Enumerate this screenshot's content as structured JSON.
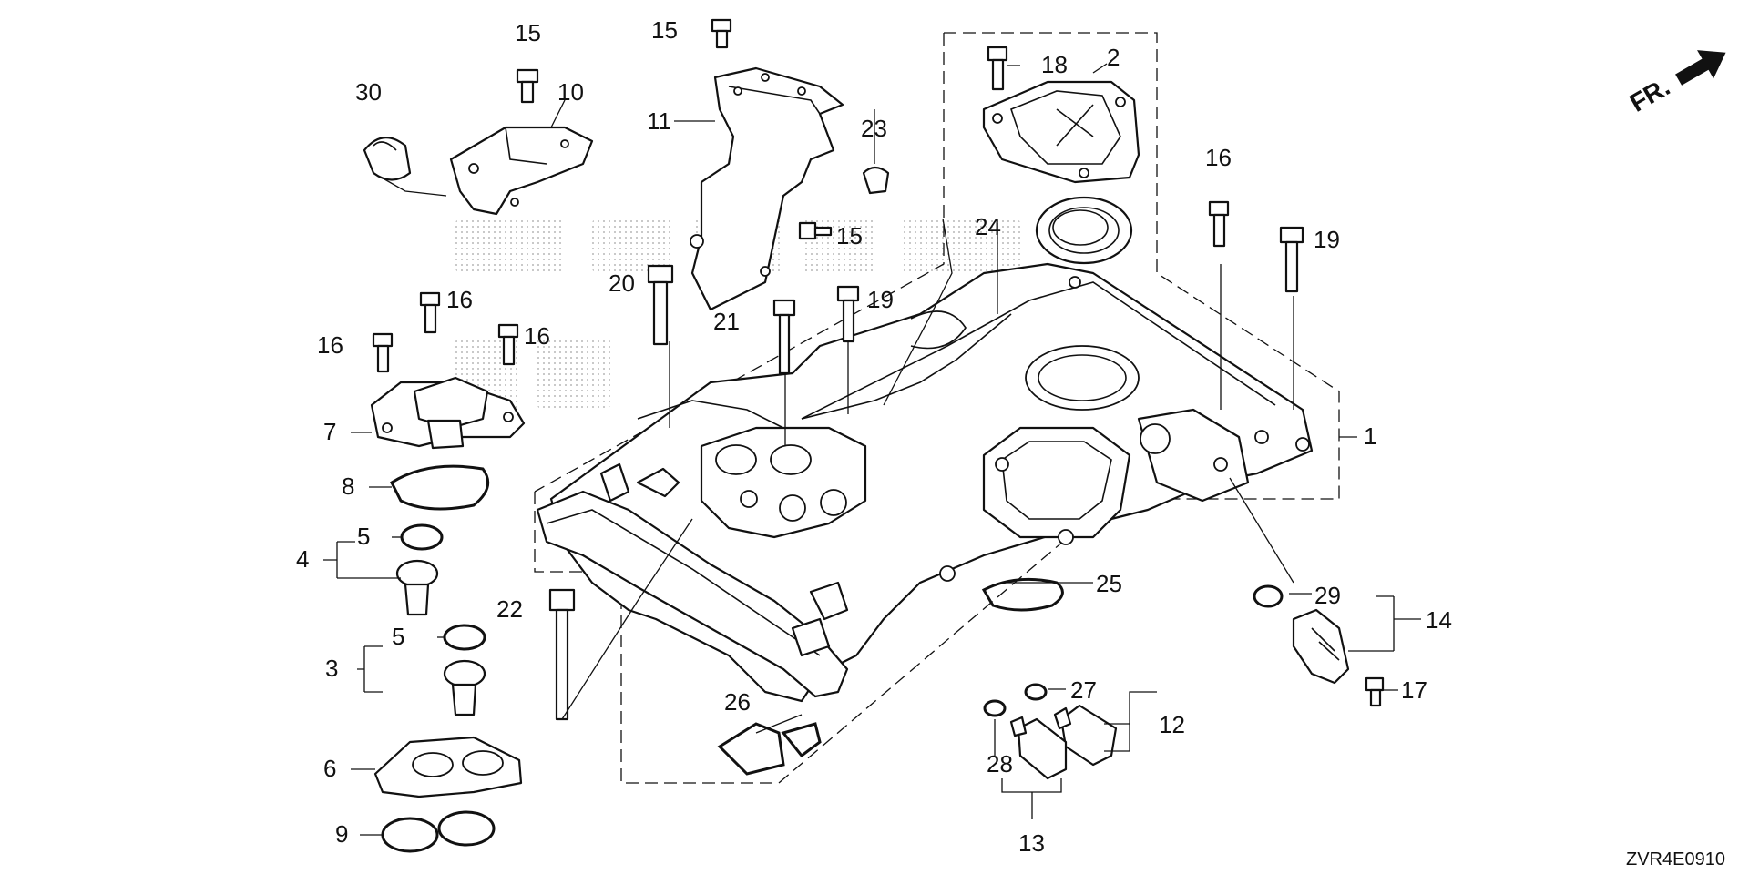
{
  "diagram": {
    "watermark_icon": "dotted-logo-watermark",
    "direction_indicator": {
      "label": "FR.",
      "icon": "arrow-up-right-icon"
    },
    "diagram_code": "ZVR4E0910",
    "callouts": {
      "c1": "1",
      "c2": "2",
      "c3": "3",
      "c4": "4",
      "c5a": "5",
      "c5b": "5",
      "c6": "6",
      "c7": "7",
      "c8": "8",
      "c9": "9",
      "c10": "10",
      "c11": "11",
      "c12": "12",
      "c13": "13",
      "c14": "14",
      "c15a": "15",
      "c15b": "15",
      "c15c": "15",
      "c16a": "16",
      "c16b": "16",
      "c16c": "16",
      "c16d": "16",
      "c17": "17",
      "c18": "18",
      "c19a": "19",
      "c19b": "19",
      "c20": "20",
      "c21": "21",
      "c22": "22",
      "c23": "23",
      "c24": "24",
      "c25": "25",
      "c26": "26",
      "c27": "27",
      "c28": "28",
      "c29": "29",
      "c30": "30"
    }
  }
}
